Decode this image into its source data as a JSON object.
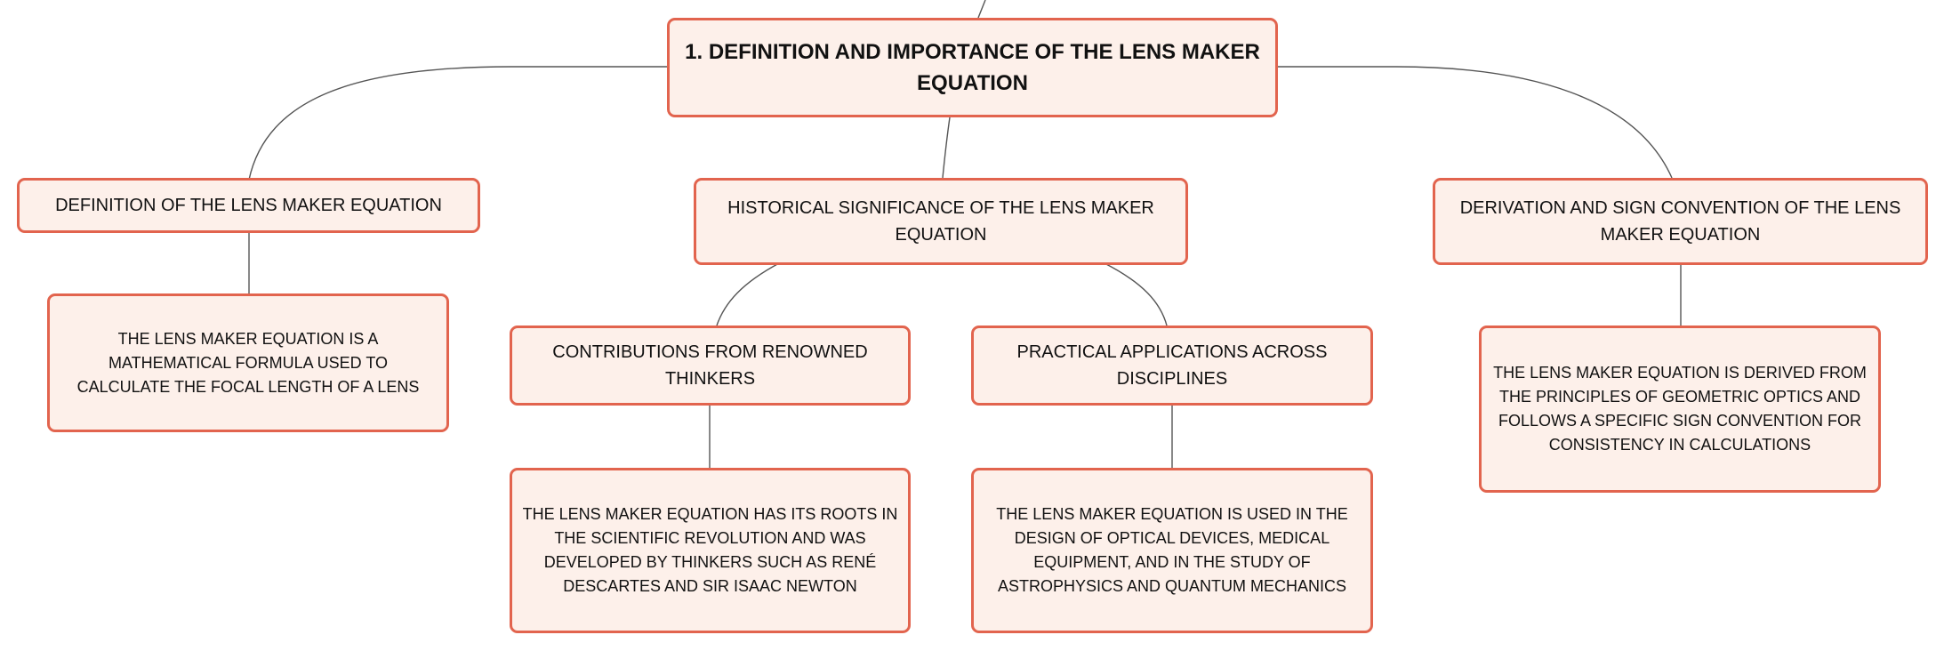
{
  "root": {
    "label": "1. DEFINITION AND IMPORTANCE OF THE LENS MAKER EQUATION"
  },
  "definition": {
    "label": "DEFINITION OF THE LENS MAKER EQUATION",
    "detail": "THE LENS MAKER EQUATION IS A MATHEMATICAL FORMULA USED TO CALCULATE THE FOCAL LENGTH OF A LENS"
  },
  "history": {
    "label": "HISTORICAL SIGNIFICANCE OF THE LENS MAKER EQUATION",
    "thinkers": {
      "label": "CONTRIBUTIONS FROM RENOWNED THINKERS",
      "detail": "THE LENS MAKER EQUATION HAS ITS ROOTS IN THE SCIENTIFIC REVOLUTION AND WAS DEVELOPED BY THINKERS SUCH AS RENÉ DESCARTES AND SIR ISAAC NEWTON"
    },
    "applications": {
      "label": "PRACTICAL APPLICATIONS ACROSS DISCIPLINES",
      "detail": "THE LENS MAKER EQUATION IS USED IN THE DESIGN OF OPTICAL DEVICES, MEDICAL EQUIPMENT, AND IN THE STUDY OF ASTROPHYSICS AND QUANTUM MECHANICS"
    }
  },
  "derivation": {
    "label": "DERIVATION AND SIGN CONVENTION OF THE LENS MAKER EQUATION",
    "detail": "THE LENS MAKER EQUATION IS DERIVED FROM THE PRINCIPLES OF GEOMETRIC OPTICS AND FOLLOWS A SPECIFIC SIGN CONVENTION FOR CONSISTENCY IN CALCULATIONS"
  },
  "colors": {
    "node_fill": "#fdf0ea",
    "node_border": "#e2644e",
    "connector": "#555555",
    "text": "#111111"
  }
}
